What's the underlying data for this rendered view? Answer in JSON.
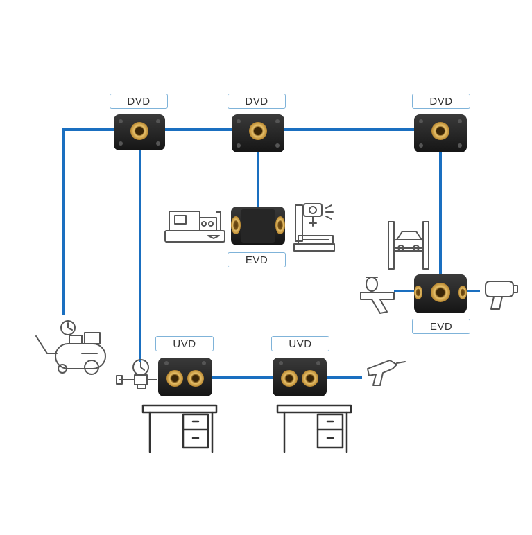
{
  "colors": {
    "pipe": "#1a6fc0",
    "fitting": "#2a2a2a",
    "brass": "#c9a24a",
    "tag_border": "#7fb3d9",
    "icon_stroke": "#555555"
  },
  "labels": {
    "dvd_1": "DVD",
    "dvd_2": "DVD",
    "dvd_3": "DVD",
    "evd_1": "EVD",
    "evd_2": "EVD",
    "uvd_1": "UVD",
    "uvd_2": "UVD"
  },
  "icons": [
    "air-compressor-icon",
    "pressure-regulator-icon",
    "lathe-machine-icon",
    "drill-press-icon",
    "car-lift-icon",
    "spray-gun-icon",
    "impact-wrench-icon",
    "blow-gun-icon",
    "workbench-icon"
  ]
}
